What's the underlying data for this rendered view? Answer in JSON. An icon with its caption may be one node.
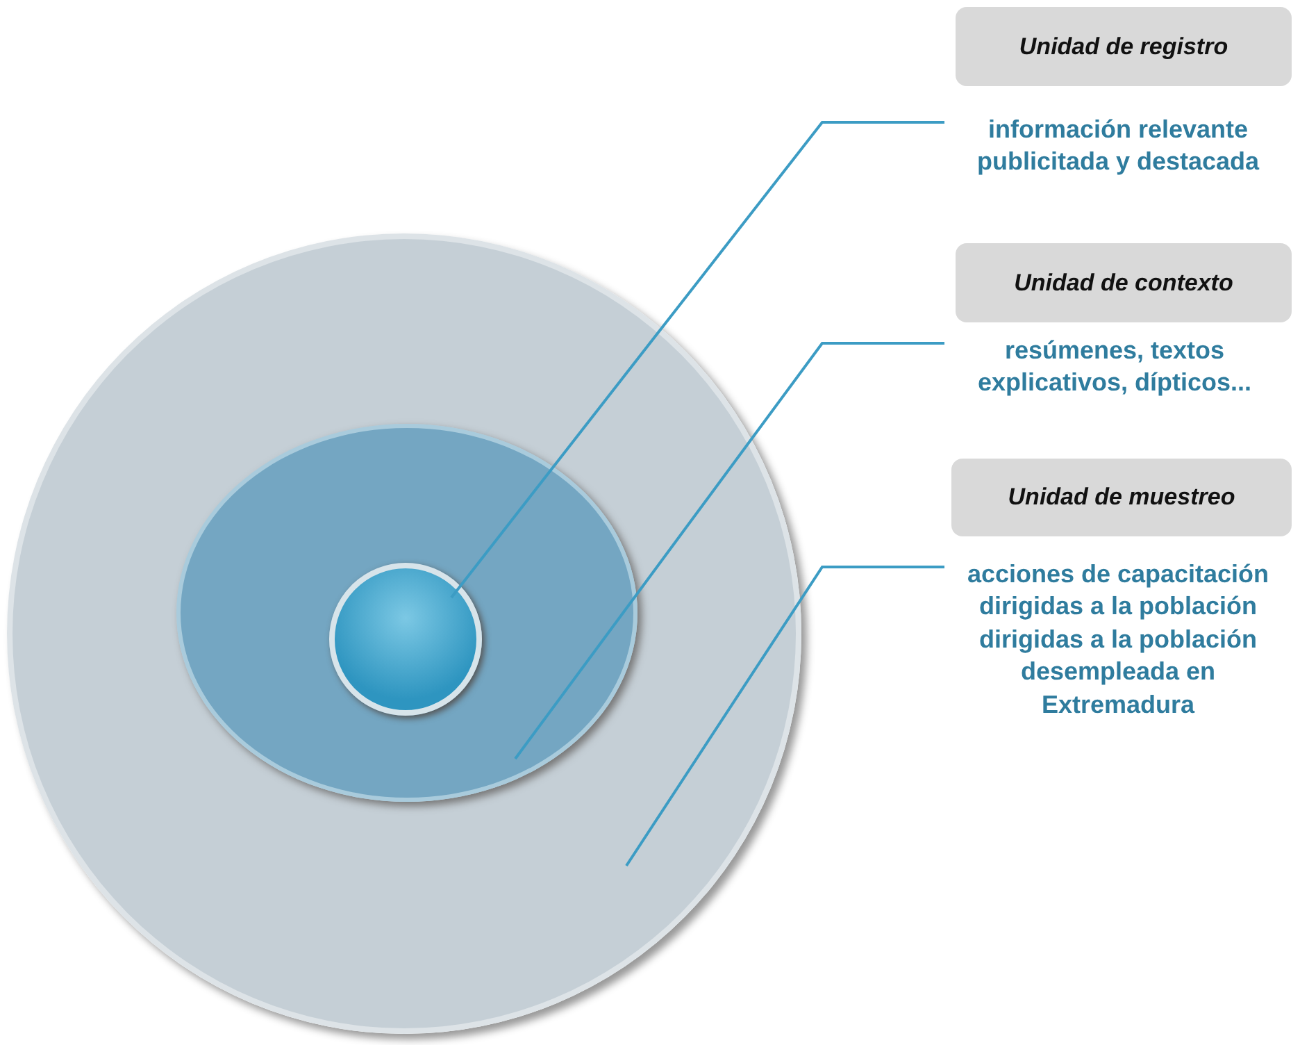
{
  "diagram": {
    "nodes": [
      {
        "text": [],
        "shape": "circle"
      },
      {
        "text": [],
        "shape": "circle",
        "in": 0
      },
      {
        "text": [],
        "shape": "circle",
        "in": 1
      },
      {
        "text": [
          "Unidad de registro"
        ]
      },
      {
        "text": [
          "información relevante publicitada y destacada"
        ]
      },
      {
        "text": [
          "Unidad de contexto"
        ]
      },
      {
        "text": [
          "resúmenes, textos explicativos, dípticos..."
        ]
      },
      {
        "text": [
          "Unidad de muestreo"
        ]
      },
      {
        "text": [
          "acciones de capacitación dirigidas a la población dirigidas a la población desempleada en Extremadura"
        ]
      }
    ],
    "edges": [
      {
        "from": 4,
        "to": 2,
        "arrow": "none"
      },
      {
        "from": 6,
        "to": 1,
        "arrow": "none"
      },
      {
        "from": 8,
        "to": 0,
        "arrow": "none"
      }
    ]
  }
}
